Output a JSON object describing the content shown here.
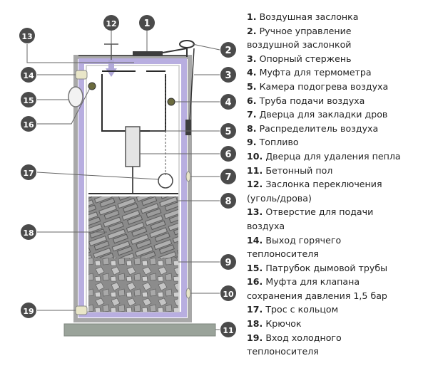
{
  "legend": [
    {
      "num": "1.",
      "text": "Воздушная заслонка"
    },
    {
      "num": "2.",
      "text": "Ручное управление"
    },
    {
      "num": "",
      "text": "воздушной заслонкой"
    },
    {
      "num": "3.",
      "text": "Опорный стержень"
    },
    {
      "num": "4.",
      "text": "Муфта для термометра"
    },
    {
      "num": "5.",
      "text": "Камера подогрева воздуха"
    },
    {
      "num": "6.",
      "text": "Труба подачи воздуха"
    },
    {
      "num": "7.",
      "text": "Дверца для закладки дров"
    },
    {
      "num": "8.",
      "text": "Распределитель воздуха"
    },
    {
      "num": "9.",
      "text": "Топливо"
    },
    {
      "num": "10.",
      "text": "Дверца для удаления пепла"
    },
    {
      "num": "11.",
      "text": "Бетонный пол"
    },
    {
      "num": "12.",
      "text": "Заслонка переключения"
    },
    {
      "num": "",
      "text": "(уголь/дрова)"
    },
    {
      "num": "13.",
      "text": "Отверстие для подачи"
    },
    {
      "num": "",
      "text": "воздуха"
    },
    {
      "num": "14.",
      "text": "Выход горячего"
    },
    {
      "num": "",
      "text": "теплоносителя"
    },
    {
      "num": "15.",
      "text": "Патрубок дымовой трубы"
    },
    {
      "num": "16.",
      "text": "Муфта для клапана"
    },
    {
      "num": "",
      "text": "сохранения давления 1,5 бар"
    },
    {
      "num": "17.",
      "text": "Трос с кольцом"
    },
    {
      "num": "18.",
      "text": "Крючок"
    },
    {
      "num": "19.",
      "text": "Вход холодного"
    },
    {
      "num": "",
      "text": "теплоносителя"
    }
  ],
  "callouts": [
    "1",
    "2",
    "3",
    "4",
    "5",
    "6",
    "7",
    "8",
    "9",
    "10",
    "11",
    "12",
    "13",
    "14",
    "15",
    "16",
    "17",
    "18",
    "19"
  ],
  "colors": {
    "callout_fill": "#4b4b4b",
    "boiler_outline": "#a8a8a8",
    "water_jacket": "#b8aee0",
    "inner_line": "#2a2a2a",
    "floor": "#9aa39a",
    "fuel": "#7a7a7a"
  }
}
